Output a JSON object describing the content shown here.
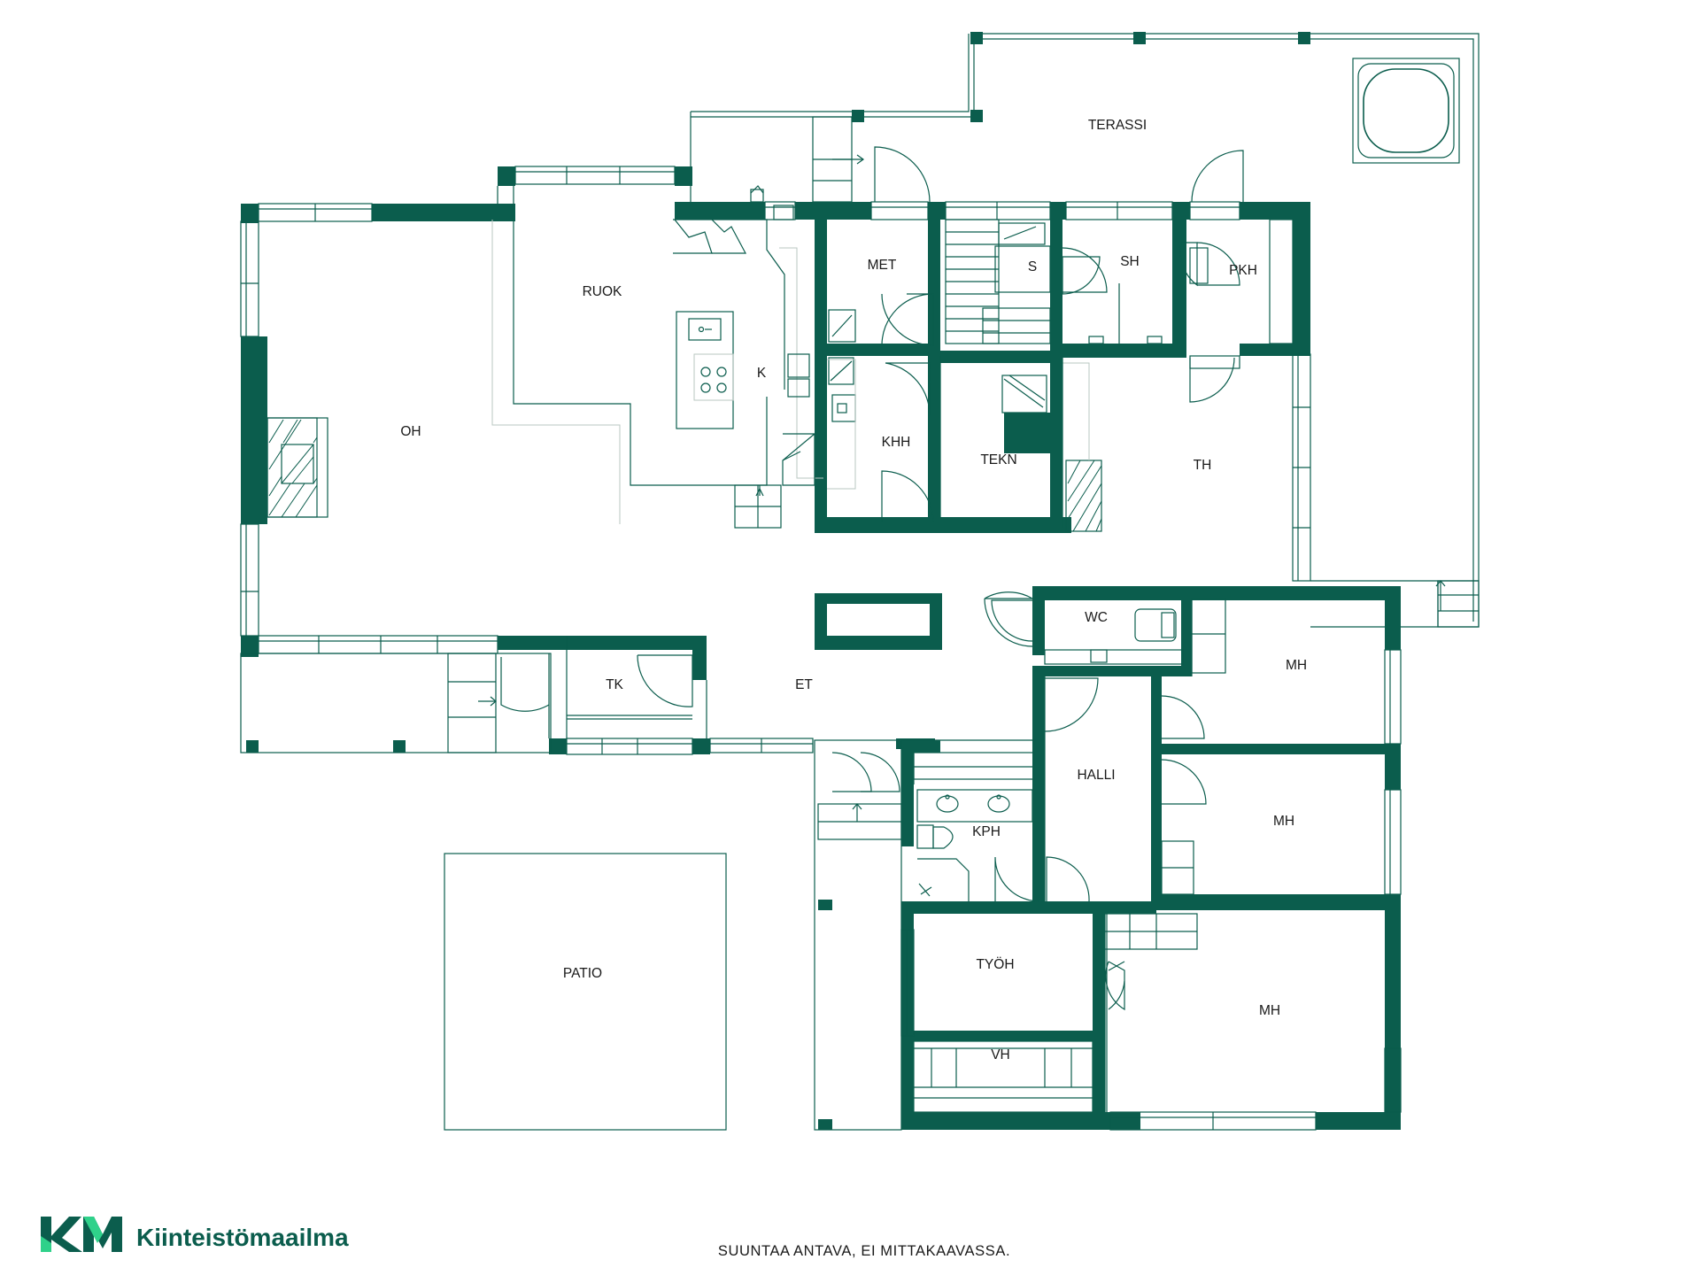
{
  "rooms": {
    "terassi": "TERASSI",
    "ruok": "RUOK",
    "met": "MET",
    "s": "S",
    "sh": "SH",
    "pkh": "PKH",
    "k": "K",
    "oh": "OH",
    "khh": "KHH",
    "tekn": "TEKN",
    "th": "TH",
    "wc": "WC",
    "mh1": "MH",
    "tk": "TK",
    "et": "ET",
    "halli": "HALLI",
    "kph": "KPH",
    "mh2": "MH",
    "tyoh": "TYÖH",
    "mh3": "MH",
    "vh": "VH",
    "patio": "PATIO"
  },
  "footer": {
    "disclaimer": "SUUNTAA ANTAVA, EI MITTAKAAVASSA."
  },
  "brand": {
    "name": "Kiinteistömaailma",
    "logo_letters": "KM",
    "color": "#0b5d4d",
    "accent": "#2fd18a"
  }
}
